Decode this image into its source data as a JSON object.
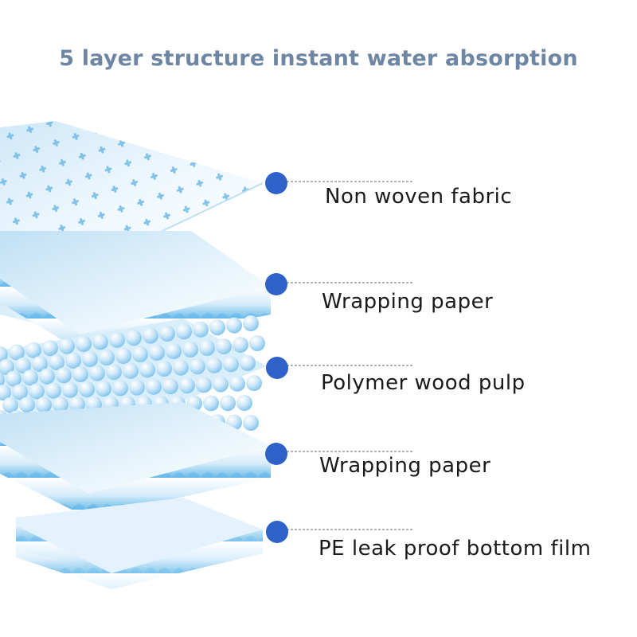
{
  "title": "5 layer structure instant water absorption",
  "colors": {
    "title": "#6e86a3",
    "marker": "#2e62c9",
    "layer_light": "#e8f4fb",
    "layer_mid": "#a9d6f2",
    "layer_dark": "#5fb4e8"
  },
  "layers": [
    {
      "label": "Non woven fabric",
      "icon": "dotted-sheet"
    },
    {
      "label": "Wrapping paper",
      "icon": "ridged-sheet"
    },
    {
      "label": "Polymer wood pulp",
      "icon": "bead-sheet"
    },
    {
      "label": "Wrapping paper",
      "icon": "ridged-sheet"
    },
    {
      "label": "PE leak proof bottom film",
      "icon": "film-sheet"
    }
  ]
}
